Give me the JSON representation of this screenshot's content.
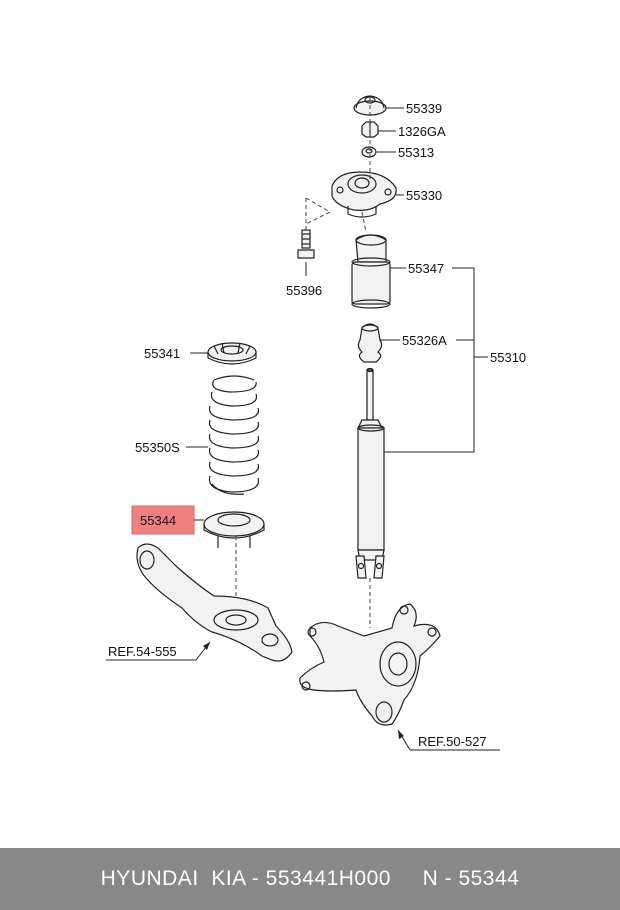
{
  "labels": {
    "p55339": "55339",
    "p1326ga": "1326GA",
    "p55313": "55313",
    "p55330": "55330",
    "p55396": "55396",
    "p55347": "55347",
    "p55326a": "55326A",
    "p55310": "55310",
    "p55341": "55341",
    "p55350s": "55350S",
    "p55344": "55344"
  },
  "refs": {
    "ref_arm": "REF.54-555",
    "ref_knuckle": "REF.50-527"
  },
  "highlight_color": "#f08080",
  "footer": {
    "text": "HYUNDAI  KIA - 553441H000     N - 55344"
  }
}
